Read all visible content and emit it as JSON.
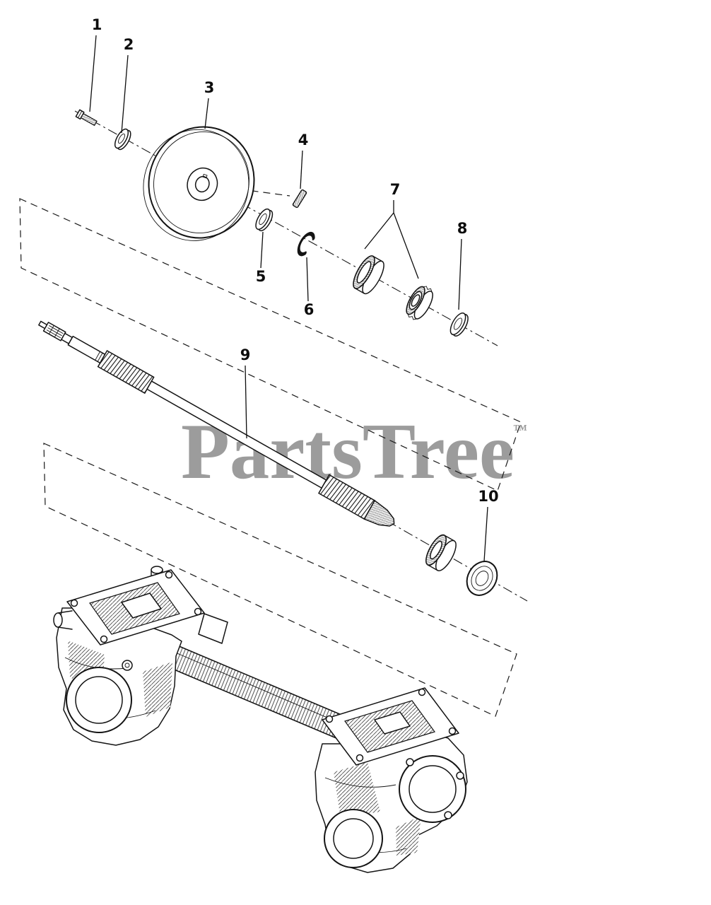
{
  "diagram": {
    "title": "exploded-parts-diagram",
    "callouts": [
      {
        "label": "1",
        "part": "hex-screw"
      },
      {
        "label": "2",
        "part": "washer"
      },
      {
        "label": "3",
        "part": "pulley"
      },
      {
        "label": "4",
        "part": "woodruff-key"
      },
      {
        "label": "5",
        "part": "washer"
      },
      {
        "label": "6",
        "part": "snap-ring"
      },
      {
        "label": "7",
        "part": "bearing-set"
      },
      {
        "label": "8",
        "part": "washer"
      },
      {
        "label": "9",
        "part": "worm-shaft"
      },
      {
        "label": "10",
        "part": "seal"
      }
    ],
    "watermark": {
      "text": "PartsTree",
      "tm": "™",
      "color": "#9c9c9c"
    },
    "colors": {
      "line": "#141414",
      "background": "#ffffff"
    }
  }
}
